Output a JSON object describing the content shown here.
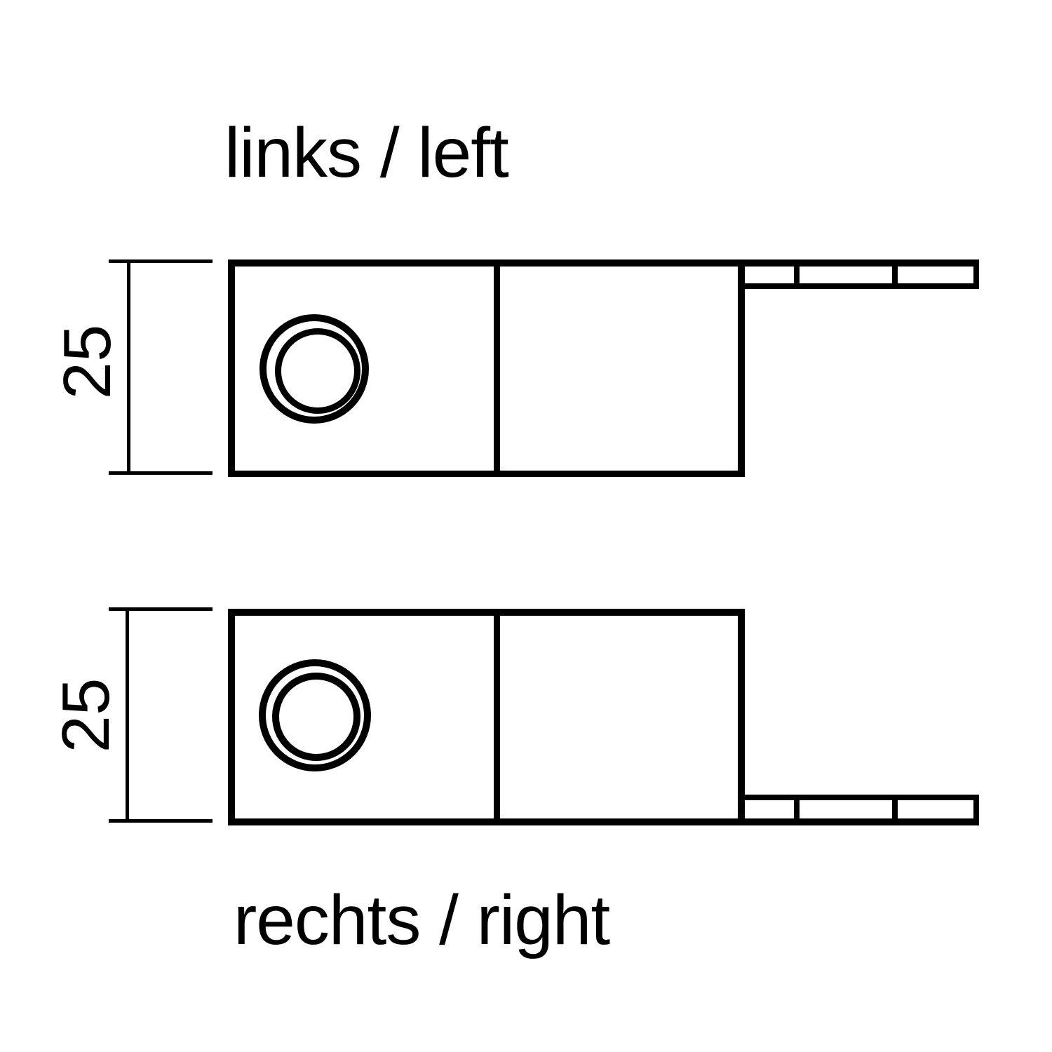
{
  "diagram": {
    "background_color": "#ffffff",
    "line_color": "#000000",
    "views": {
      "left": {
        "title": "links / left",
        "dimension_label": "25"
      },
      "right": {
        "title": "rechts / right",
        "dimension_label": "25"
      }
    }
  }
}
